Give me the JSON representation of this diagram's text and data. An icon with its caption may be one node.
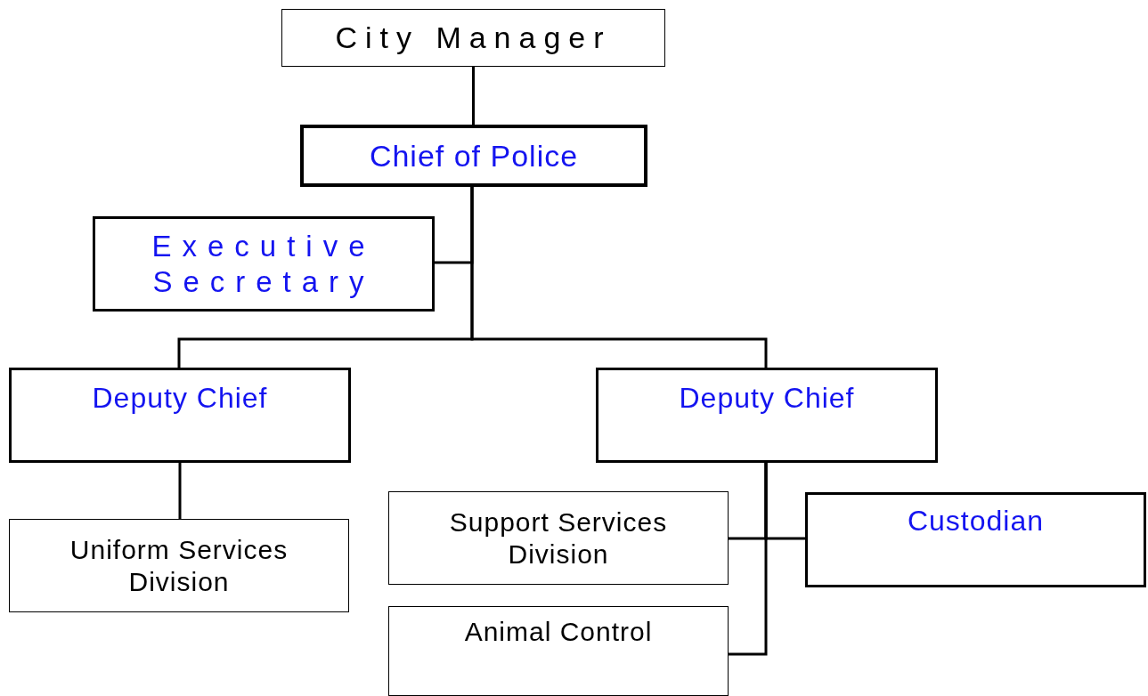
{
  "diagram": {
    "nodes": [
      {
        "text": [
          "City Manager"
        ]
      },
      {
        "text": [
          "Chief of Police"
        ]
      },
      {
        "text": [
          "Executive Secretary"
        ]
      },
      {
        "text": [
          "Deputy Chief"
        ]
      },
      {
        "text": [
          "Deputy Chief"
        ]
      },
      {
        "text": [
          "Uniform Services Division"
        ]
      },
      {
        "text": [
          "Support Services Division"
        ]
      },
      {
        "text": [
          "Custodian"
        ]
      },
      {
        "text": [
          "Animal Control"
        ]
      }
    ],
    "edges": [
      {
        "from": 0,
        "to": 1,
        "arrow": "none"
      },
      {
        "from": 1,
        "to": 2,
        "arrow": "none"
      },
      {
        "from": 1,
        "to": 3,
        "arrow": "none"
      },
      {
        "from": 1,
        "to": 4,
        "arrow": "none"
      },
      {
        "from": 3,
        "to": 5,
        "arrow": "none"
      },
      {
        "from": 4,
        "to": 6,
        "arrow": "none"
      },
      {
        "from": 4,
        "to": 7,
        "arrow": "none"
      },
      {
        "from": 4,
        "to": 8,
        "arrow": "none"
      }
    ]
  }
}
